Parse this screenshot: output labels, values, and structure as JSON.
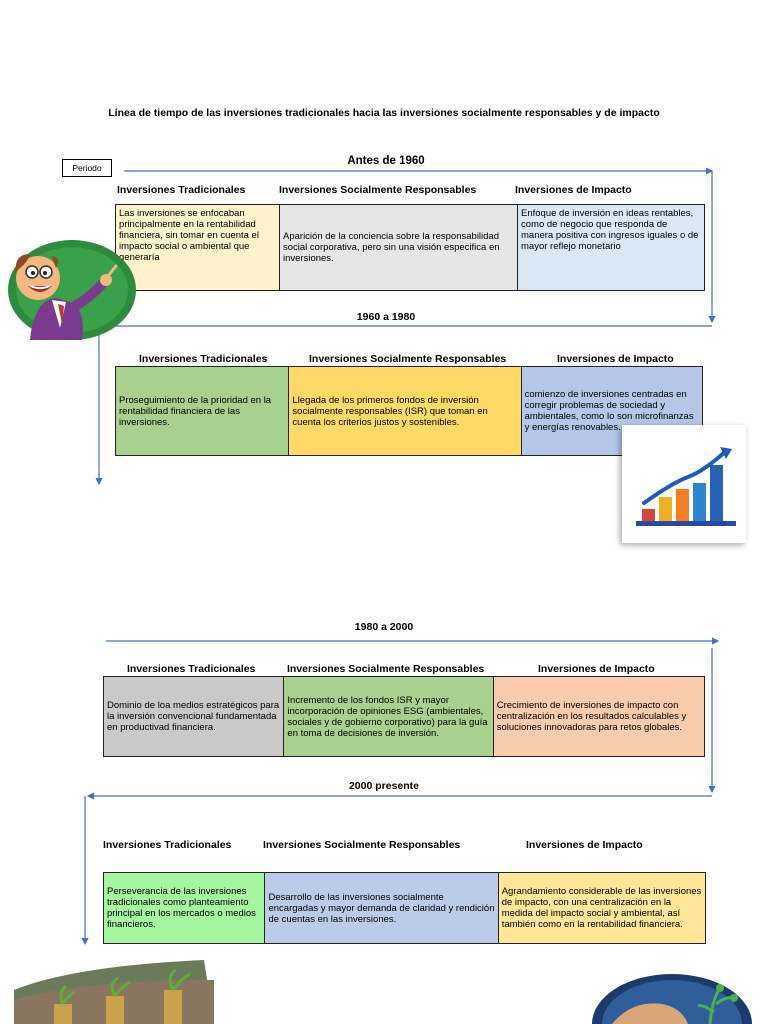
{
  "title": "Línea de tiempo de las inversiones tradicionales hacia las inversiones socialmente responsables y de impacto",
  "periodo_label": "Periodo",
  "colors": {
    "arrow": "#4472c4",
    "yellow": "#fff2cc",
    "gray": "#e7e6e6",
    "light_blue": "#dae8f6",
    "green": "#a9d08e",
    "gold": "#ffd966",
    "periwinkle": "#b4c7e7",
    "mid_gray": "#c9c9c9",
    "salmon": "#f8cbad",
    "bright_green": "#a6f5a0",
    "pale_periwinkle": "#bccbe8",
    "cream": "#ffe699"
  },
  "eras": [
    {
      "label": "Antes de 1960",
      "headers": [
        "Inversiones Tradicionales",
        "Inversiones Socialmente Responsables",
        "Inversiones de Impacto"
      ],
      "cells": [
        "Las inversiones se enfocaban principalmente en la rentabilidad financiera, sin tomar en cuenta el impacto social o ambiental que generaría",
        "Aparición de la conciencia sobre la responsabilidad social corporativa, pero sin una visión especifica en inversiones.",
        "Enfoque de inversión en ideas rentables, como de negocio que responda de manera positiva con ingresos iguales o de mayor reflejo monetario"
      ]
    },
    {
      "label": "1960 a 1980",
      "headers": [
        "Inversiones Tradicionales",
        "Inversiones Socialmente Responsables",
        "Inversiones de Impacto"
      ],
      "cells": [
        "Proseguimiento de la prioridad en la rentabilidad financiera de las inversiones.",
        "Llegada de los primeros fondos de inversión socialmente responsables (ISR) que toman en cuenta los criterios justos y sostenibles.",
        "comienzo de inversiones centradas en corregir problemas de sociedad y ambientales, como lo son microfinanzas y energías renovables."
      ]
    },
    {
      "label": "1980 a 2000",
      "headers": [
        "Inversiones Tradicionales",
        "Inversiones Socialmente Responsables",
        "Inversiones de Impacto"
      ],
      "cells": [
        "Dominio de loa medios estratégicos para la inversión convencional fundamentada en productivad financiera.",
        "Incremento de los fondos ISR y mayor incorporación de opiniones ESG (ambientales, sociales y de gobierno corporativo) para la guía en toma de decisiones de inversión.",
        "Crecimiento de inversiones de impacto con centralización en los resultados calculables y soluciones innovadoras para retos globales."
      ]
    },
    {
      "label": "2000 presente",
      "headers": [
        "Inversiones Tradicionales",
        "Inversiones Socialmente Responsables",
        "Inversiones de Impacto"
      ],
      "cells": [
        "Perseverancia de las inversiones tradicionales como planteamiento principal en los mercados o medios financieros.",
        "Desarrollo de las inversiones socialmente encargadas y mayor demanda de claridad y rendición de cuentas en las inversiones.",
        "Agrandamiento considerable de las inversiones de impacto, con una centralización en la medida del impacto social y ambiental, así también como en la rentabilidad financiera."
      ]
    }
  ]
}
